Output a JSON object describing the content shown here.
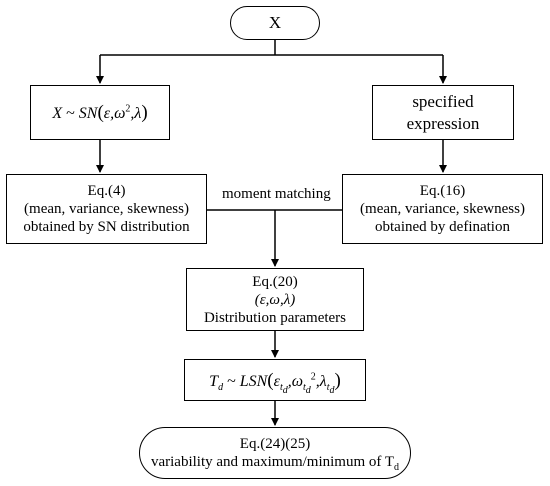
{
  "nodes": {
    "start": {
      "label": "X"
    },
    "sn_distribution": {
      "lhs": "X",
      "tilde": "~",
      "dist": "SN",
      "params": [
        "ε",
        "ω",
        "2",
        "λ"
      ]
    },
    "specified": {
      "line1": "specified",
      "line2": "expression"
    },
    "eq4": {
      "line1": "Eq.(4)",
      "line2": "(mean, variance, skewness)",
      "line3": "obtained by SN distribution"
    },
    "eq16": {
      "line1": "Eq.(16)",
      "line2": "(mean, variance, skewness)",
      "line3": "obtained by defination"
    },
    "eq20": {
      "line1": "Eq.(20)",
      "params": "(ε,ω,λ)",
      "line3": "Distribution parameters"
    },
    "lsn": {
      "lhs": "T",
      "lhs_sub": "d",
      "tilde": "~",
      "dist": "LSN",
      "p1": "ε",
      "p2": "ω",
      "p3": "λ",
      "sub_t": "t",
      "sub_d": "d",
      "sup2": "2"
    },
    "end": {
      "line1": "Eq.(24)(25)",
      "line2": "variability and maximum/minimum of T",
      "line2_sub": "d"
    }
  },
  "edges": {
    "merge_label": "moment matching"
  }
}
